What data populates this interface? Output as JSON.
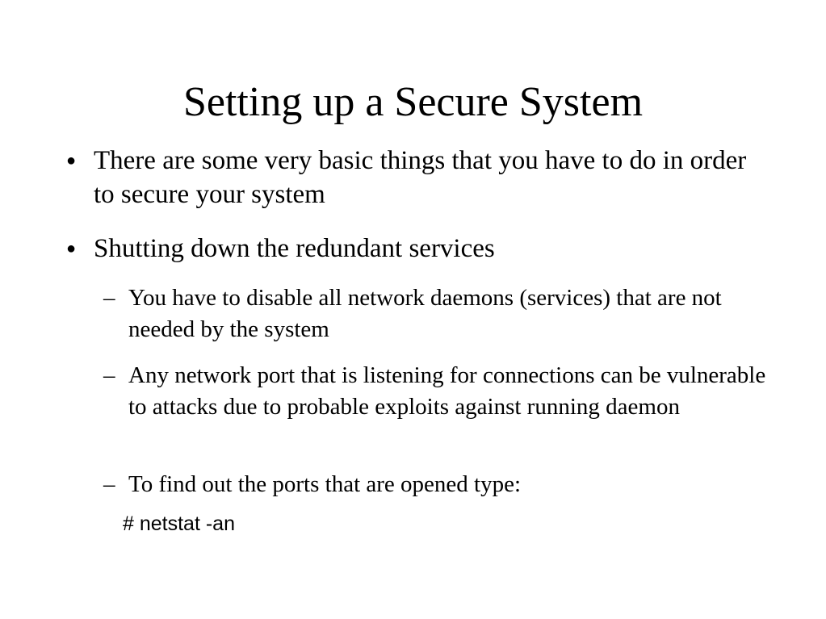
{
  "slide": {
    "title": "Setting up a Secure System",
    "bullet_symbol": "●",
    "dash_symbol": "–",
    "bullets": [
      "There are some very basic things that you have to do in order to secure your system",
      "Shutting down the redundant services"
    ],
    "sub_bullets": [
      "You have to disable all network daemons (services) that are not needed by the system",
      "Any network port that is listening for connections can be vulnerable to attacks due to probable exploits against running daemon",
      "To find out the ports that are opened type:"
    ],
    "command": "# netstat -an"
  }
}
